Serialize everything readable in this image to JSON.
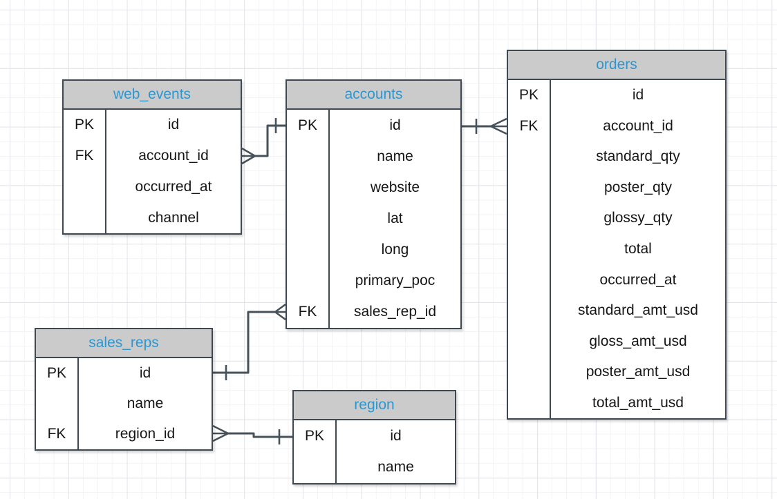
{
  "diagram": {
    "type": "entity-relationship",
    "notation": "crows-foot",
    "key_column_labels": {
      "primary": "PK",
      "foreign": "FK"
    }
  },
  "tables": [
    {
      "name": "web_events",
      "fields": [
        {
          "key": "PK",
          "name": "id"
        },
        {
          "key": "FK",
          "name": "account_id"
        },
        {
          "key": "",
          "name": "occurred_at"
        },
        {
          "key": "",
          "name": "channel"
        }
      ]
    },
    {
      "name": "accounts",
      "fields": [
        {
          "key": "PK",
          "name": "id"
        },
        {
          "key": "",
          "name": "name"
        },
        {
          "key": "",
          "name": "website"
        },
        {
          "key": "",
          "name": "lat"
        },
        {
          "key": "",
          "name": "long"
        },
        {
          "key": "",
          "name": "primary_poc"
        },
        {
          "key": "FK",
          "name": "sales_rep_id"
        }
      ]
    },
    {
      "name": "orders",
      "fields": [
        {
          "key": "PK",
          "name": "id"
        },
        {
          "key": "FK",
          "name": "account_id"
        },
        {
          "key": "",
          "name": "standard_qty"
        },
        {
          "key": "",
          "name": "poster_qty"
        },
        {
          "key": "",
          "name": "glossy_qty"
        },
        {
          "key": "",
          "name": "total"
        },
        {
          "key": "",
          "name": "occurred_at"
        },
        {
          "key": "",
          "name": "standard_amt_usd"
        },
        {
          "key": "",
          "name": "gloss_amt_usd"
        },
        {
          "key": "",
          "name": "poster_amt_usd"
        },
        {
          "key": "",
          "name": "total_amt_usd"
        }
      ]
    },
    {
      "name": "sales_reps",
      "fields": [
        {
          "key": "PK",
          "name": "id"
        },
        {
          "key": "",
          "name": "name"
        },
        {
          "key": "FK",
          "name": "region_id"
        }
      ]
    },
    {
      "name": "region",
      "fields": [
        {
          "key": "PK",
          "name": "id"
        },
        {
          "key": "",
          "name": "name"
        }
      ]
    }
  ],
  "relationships": [
    {
      "one": {
        "table": "accounts",
        "field": "id"
      },
      "many": {
        "table": "web_events",
        "field": "account_id"
      }
    },
    {
      "one": {
        "table": "accounts",
        "field": "id"
      },
      "many": {
        "table": "orders",
        "field": "account_id"
      }
    },
    {
      "one": {
        "table": "sales_reps",
        "field": "id"
      },
      "many": {
        "table": "accounts",
        "field": "sales_rep_id"
      }
    },
    {
      "one": {
        "table": "region",
        "field": "id"
      },
      "many": {
        "table": "sales_reps",
        "field": "region_id"
      }
    }
  ],
  "colors": {
    "entity_border": "#3d4853",
    "header_background": "#cbcbcb",
    "header_text": "#2e96cf",
    "field_text": "#161616",
    "connector": "#47515a",
    "grid_minor": "#f2f3f6",
    "grid_major": "#e2e4e9",
    "background": "#ffffff"
  }
}
